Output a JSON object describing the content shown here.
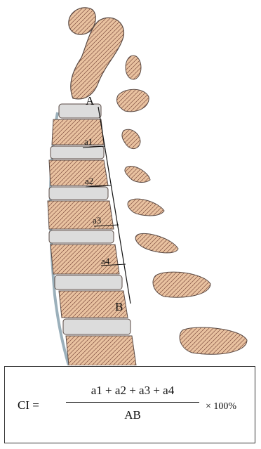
{
  "diagram": {
    "point_labels": {
      "top": "A",
      "bottom": "B"
    },
    "measure_labels": [
      "a1",
      "a2",
      "a3",
      "a4"
    ],
    "colors": {
      "bone": "#e9c2a0",
      "outline": "#5a4a44",
      "disc": "#dcdcdc",
      "ligament": "#9bb0bb"
    }
  },
  "formula": {
    "lhs": "CI =",
    "numerator": "a1 + a2 + a3 + a4",
    "denominator": "AB",
    "multiplier": "× 100%"
  }
}
